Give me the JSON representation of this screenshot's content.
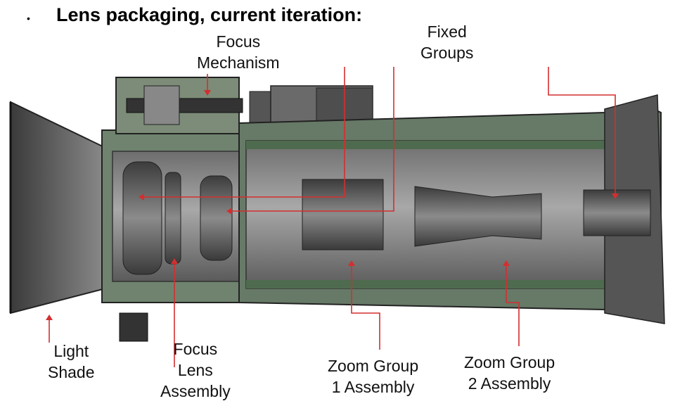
{
  "slide": {
    "bullet": "•",
    "title": "Lens packaging, current iteration:"
  },
  "labels": {
    "focus_mechanism": [
      "Focus",
      "Mechanism"
    ],
    "fixed_groups": [
      "Fixed",
      "Groups"
    ],
    "light_shade": [
      "Light",
      "Shade"
    ],
    "focus_lens_assembly": [
      "Focus",
      "Lens",
      "Assembly"
    ],
    "zoom_group_1": [
      "Zoom Group",
      "1 Assembly"
    ],
    "zoom_group_2": [
      "Zoom Group",
      "2 Assembly"
    ]
  },
  "colors": {
    "callout": "#d32f2f",
    "housing_green": "#5f7a5f",
    "metal_dark": "#4a4a4a",
    "metal_mid": "#7d7d7d",
    "metal_light": "#a9a9a9"
  }
}
